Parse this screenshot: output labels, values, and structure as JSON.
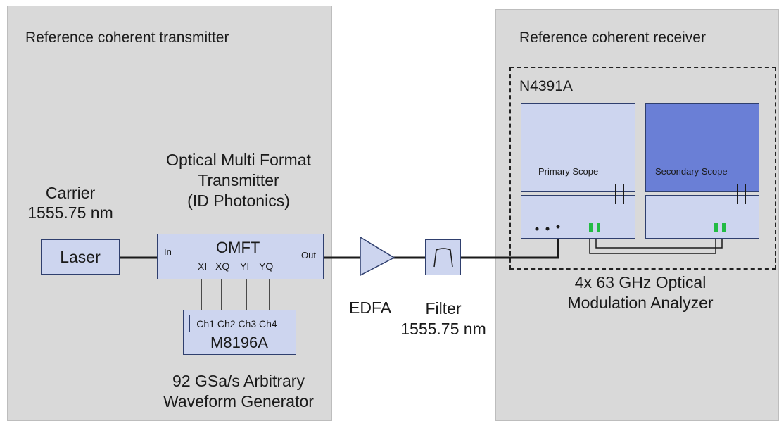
{
  "transmitter": {
    "title": "Reference coherent transmitter",
    "carrier_line1": "Carrier",
    "carrier_line2": "1555.75 nm",
    "laser_label": "Laser",
    "omft_title_line1": "Optical Multi Format",
    "omft_title_line2": "Transmitter",
    "omft_title_line3": "(ID Photonics)",
    "omft_label": "OMFT",
    "omft_in": "In",
    "omft_out": "Out",
    "omft_ports": [
      "XI",
      "XQ",
      "YI",
      "YQ"
    ],
    "awg_channels": "Ch1 Ch2 Ch3 Ch4",
    "awg_label": "M8196A",
    "awg_desc_line1": "92 GSa/s Arbitrary",
    "awg_desc_line2": "Waveform Generator"
  },
  "link": {
    "edfa_label": "EDFA",
    "filter_label_line1": "Filter",
    "filter_label_line2": "1555.75 nm"
  },
  "receiver": {
    "title": "Reference coherent receiver",
    "instrument": "N4391A",
    "primary_scope": "Primary Scope",
    "secondary_scope": "Secondary Scope",
    "oma_desc_line1": "4x 63 GHz Optical",
    "oma_desc_line2": "Modulation Analyzer"
  },
  "colors": {
    "panel_bg": "#d9d9d9",
    "box_fill": "#cdd5ef",
    "secondary_fill": "#6a7fd6",
    "border": "#2f3f6e",
    "connector_green": "#22bb44"
  }
}
